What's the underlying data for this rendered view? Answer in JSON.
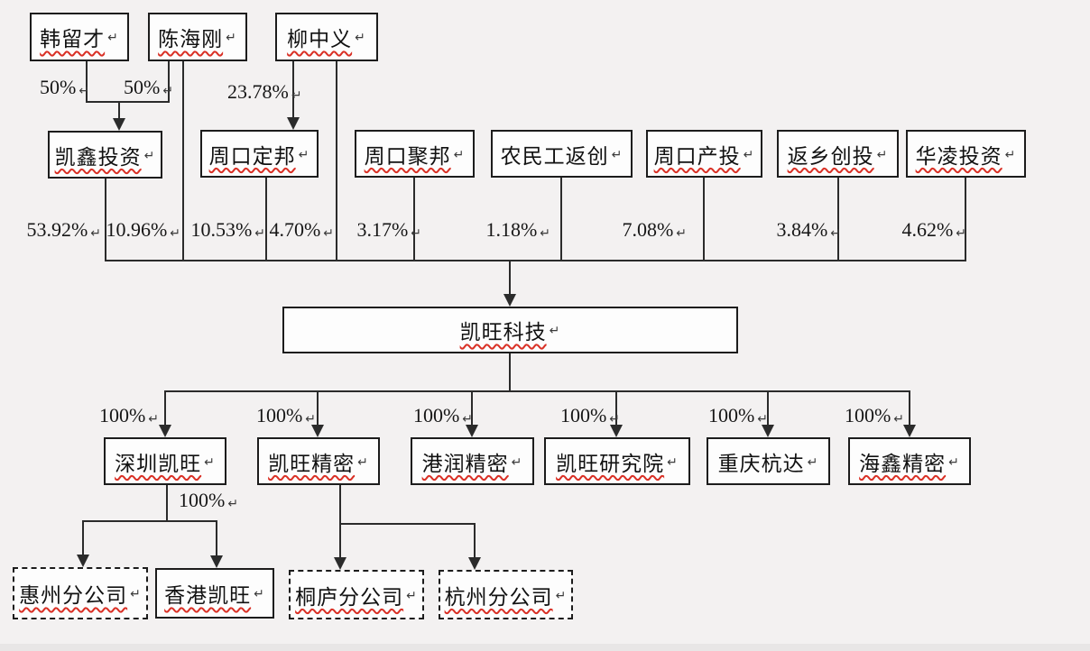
{
  "return_mark": "↵",
  "nodes": {
    "han": "韩留才",
    "chen": "陈海刚",
    "liu": "柳中义",
    "kaixin": "凯鑫投资",
    "dingbang": "周口定邦",
    "jubang": "周口聚邦",
    "nmg": "农民工返创",
    "chantou": "周口产投",
    "fanxiang": "返乡创投",
    "hualing": "华凌投资",
    "kaiwang": "凯旺科技",
    "shenzhen": "深圳凯旺",
    "jingmi": "凯旺精密",
    "gangrun": "港润精密",
    "yanjiuyuan": "凯旺研究院",
    "chongqing": "重庆杭达",
    "haixin": "海鑫精密",
    "huizhou": "惠州分公司",
    "xianggang": "香港凯旺",
    "tonglu": "桐庐分公司",
    "hangzhou": "杭州分公司"
  },
  "percent_labels": {
    "han_kaixin": "50%",
    "chen_kaixin": "50%",
    "liu_dingbang": "23.78%",
    "kaixin": "53.92%",
    "chen_direct": "10.96%",
    "dingbang": "10.53%",
    "liu_direct": "4.70%",
    "jubang": "3.17%",
    "nmg": "1.18%",
    "chantou": "7.08%",
    "fanxiang": "3.84%",
    "hualing": "4.62%",
    "sub_1": "100%",
    "sub_2": "100%",
    "sub_3": "100%",
    "sub_4": "100%",
    "sub_5": "100%",
    "sub_6": "100%",
    "shenzhen_children": "100%"
  },
  "colors": {
    "squiggle": "#d93025",
    "line": "#2b2b2b",
    "background": "#f3f1f1"
  }
}
